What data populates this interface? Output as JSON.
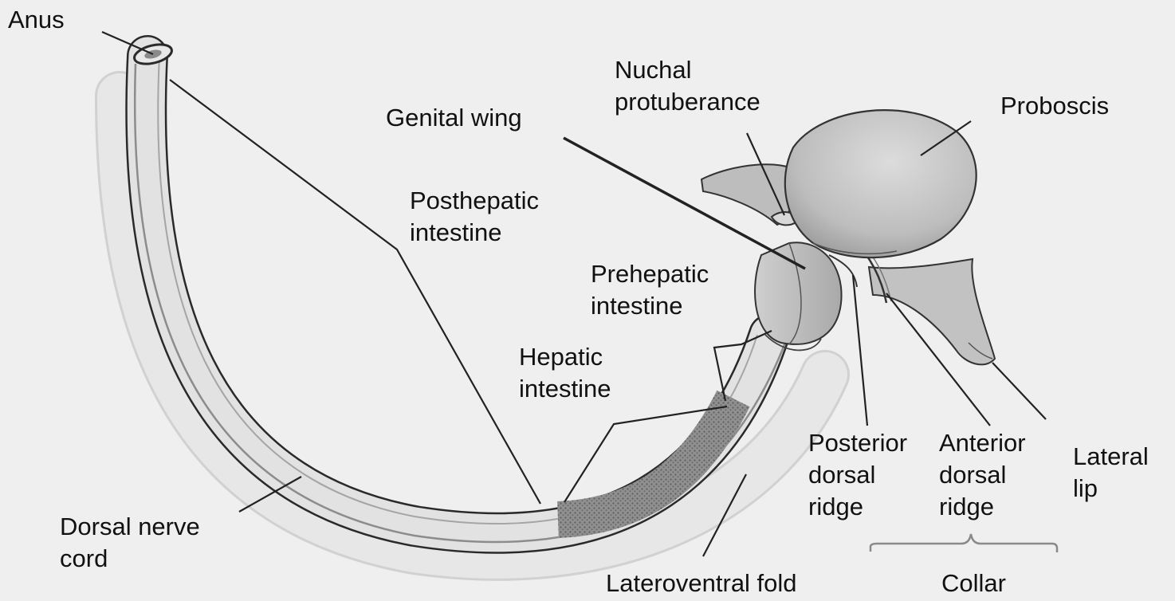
{
  "labels": {
    "anus": "Anus",
    "nuchal_protuberance": [
      "Nuchal",
      "protuberance"
    ],
    "proboscis": "Proboscis",
    "genital_wing": "Genital wing",
    "posthepatic_intestine": [
      "Posthepatic",
      "intestine"
    ],
    "prehepatic_intestine": [
      "Prehepatic",
      "intestine"
    ],
    "hepatic_intestine": [
      "Hepatic",
      "intestine"
    ],
    "posterior_dorsal_ridge": [
      "Posterior",
      "dorsal",
      "ridge"
    ],
    "anterior_dorsal_ridge": [
      "Anterior",
      "dorsal",
      "ridge"
    ],
    "lateral_lip": [
      "Lateral",
      "lip"
    ],
    "dorsal_nerve_cord": [
      "Dorsal nerve",
      "cord"
    ],
    "lateroventral_fold": "Lateroventral fold",
    "collar": "Collar"
  }
}
